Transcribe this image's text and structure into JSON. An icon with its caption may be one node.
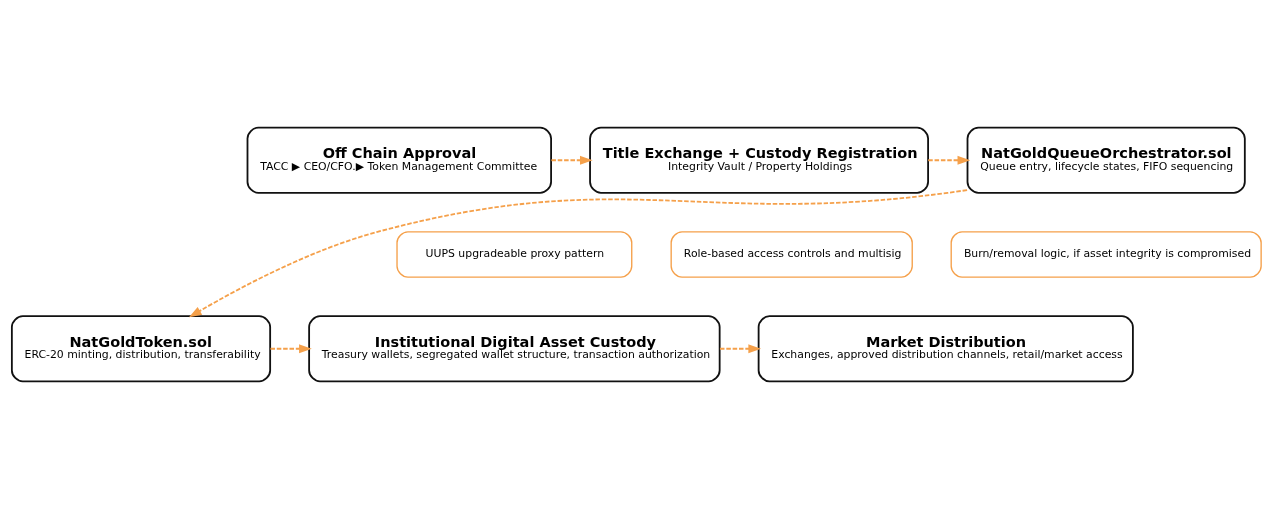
{
  "diagram": {
    "nodes": [
      {
        "text": [
          "Off Chain Approval",
          "TACC ▶ CEO/CFO.▶ Token Management Committee"
        ]
      },
      {
        "text": [
          "Title Exchange + Custody Registration",
          "Integrity Vault / Property Holdings"
        ]
      },
      {
        "text": [
          "NatGoldQueueOrchestrator.sol",
          "Queue entry, lifecycle states, FIFO sequencing"
        ]
      },
      {
        "text": [
          "Role-based access controls and multisig"
        ]
      },
      {
        "text": [
          "UUPS upgradeable proxy pattern"
        ]
      },
      {
        "text": [
          "Burn/removal logic, if asset integrity is compromised"
        ]
      },
      {
        "text": [
          "Market Distribution",
          "Exchanges, approved distribution channels, retail/market access"
        ]
      },
      {
        "text": [
          "Institutional Digital Asset Custody",
          "Treasury wallets, segregated wallet structure, transaction authorization"
        ]
      },
      {
        "text": [
          "NatGoldToken.sol",
          "ERC-20 minting, distribution, transferability"
        ]
      }
    ],
    "edges": [
      {
        "from": 0,
        "to": 1,
        "arrow": "to",
        "style": "dashed"
      },
      {
        "from": 1,
        "to": 2,
        "arrow": "to",
        "style": "dashed"
      },
      {
        "from": 2,
        "to": 8,
        "arrow": "to",
        "style": "dashed"
      },
      {
        "from": 8,
        "to": 7,
        "arrow": "to",
        "style": "dashed"
      },
      {
        "from": 7,
        "to": 6,
        "arrow": "to",
        "style": "dashed"
      }
    ]
  }
}
